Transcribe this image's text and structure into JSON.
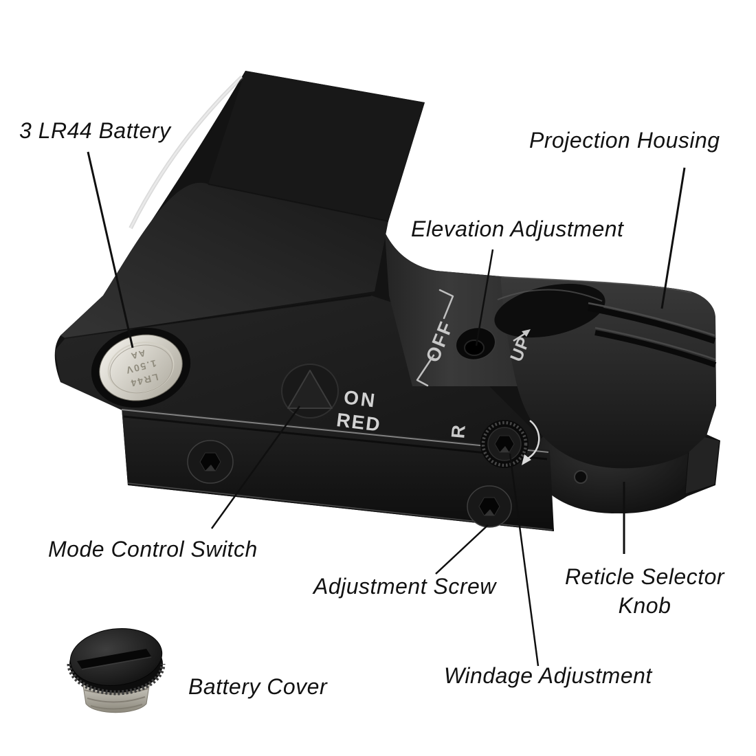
{
  "figure": {
    "type": "labeled-product-diagram",
    "subject": "Reflex red dot sight parts diagram",
    "background_color": "#ffffff",
    "leader_line_color": "#0f0f0f",
    "label_text_color": "#121212",
    "device_body_color": "#1a1a1a",
    "engraving_color": "#c8c8c8",
    "battery_silver_color": "#d6d2c6"
  },
  "callouts": {
    "battery": {
      "label": "3 LR44 Battery"
    },
    "projection_housing": {
      "label": "Projection Housing"
    },
    "elevation_adjustment": {
      "label": "Elevation Adjustment"
    },
    "mode_control_switch": {
      "label": "Mode Control Switch"
    },
    "adjustment_screw": {
      "label": "Adjustment Screw"
    },
    "reticle_selector_knob": {
      "label_line1": "Reticle Selector",
      "label_line2": "Knob"
    },
    "windage_adjustment": {
      "label": "Windage Adjustment"
    },
    "battery_cover": {
      "label": "Battery Cover"
    }
  },
  "device_markings": {
    "power_off": "OFF",
    "elevation_up": "UP",
    "mode_on": "ON",
    "mode_red": "RED",
    "reticle_r": "R",
    "battery_line1": "LR44",
    "battery_line2": "1.50V",
    "battery_line3": "AA"
  }
}
